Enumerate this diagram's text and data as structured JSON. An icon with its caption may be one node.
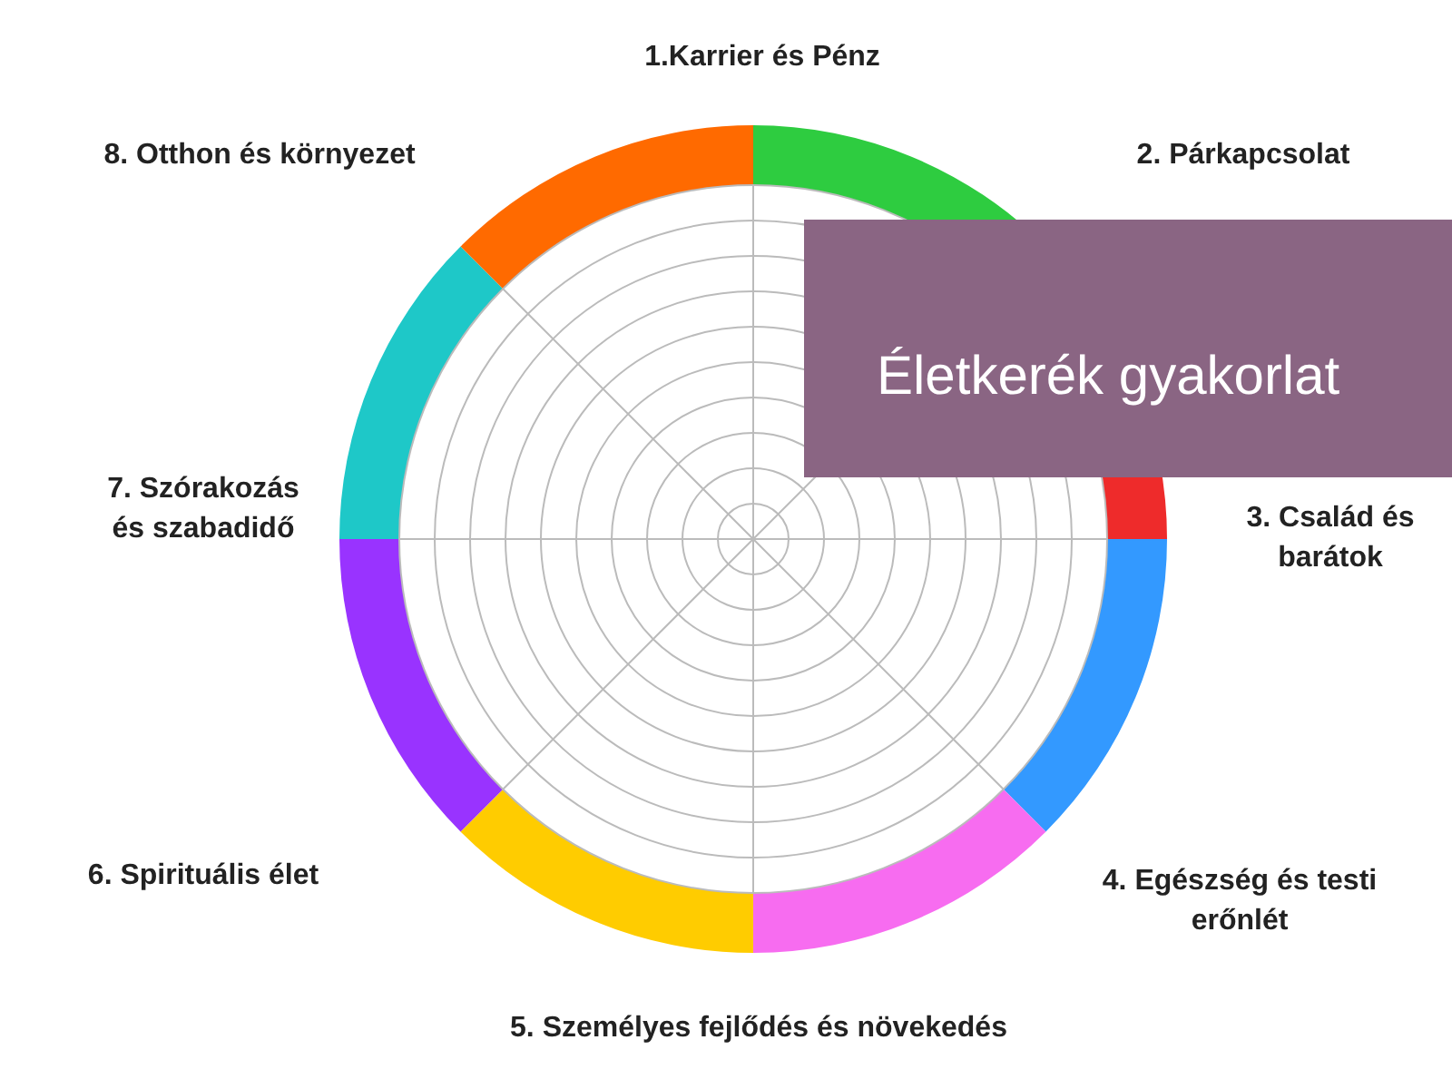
{
  "diagram": {
    "title": "Életkerék gyakorlat",
    "nodes": [
      {
        "text": [
          "1.Karrier és Pénz"
        ]
      },
      {
        "text": [
          "2. Párkapcsolat"
        ]
      },
      {
        "text": [
          "3. Család és barátok"
        ]
      },
      {
        "text": [
          "4. Egészség és testi erőnlét"
        ]
      },
      {
        "text": [
          "5. Személyes fejlődés és növekedés"
        ]
      },
      {
        "text": [
          "6. Spirituális élet"
        ]
      },
      {
        "text": [
          "7. Szórakozás és szabadidő"
        ]
      },
      {
        "text": [
          "8. Otthon és környezet"
        ]
      }
    ]
  }
}
